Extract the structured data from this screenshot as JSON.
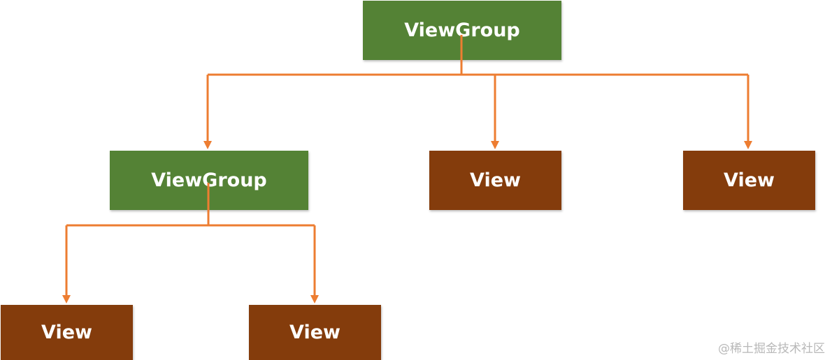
{
  "nodes": {
    "root": "ViewGroup",
    "group2": "ViewGroup",
    "view1": "View",
    "view2": "View",
    "view3": "View",
    "view4": "View"
  },
  "colors": {
    "group": "#548235",
    "view": "#843C0C",
    "connector": "#ED7D31"
  },
  "watermark": "@稀土掘金技术社区"
}
